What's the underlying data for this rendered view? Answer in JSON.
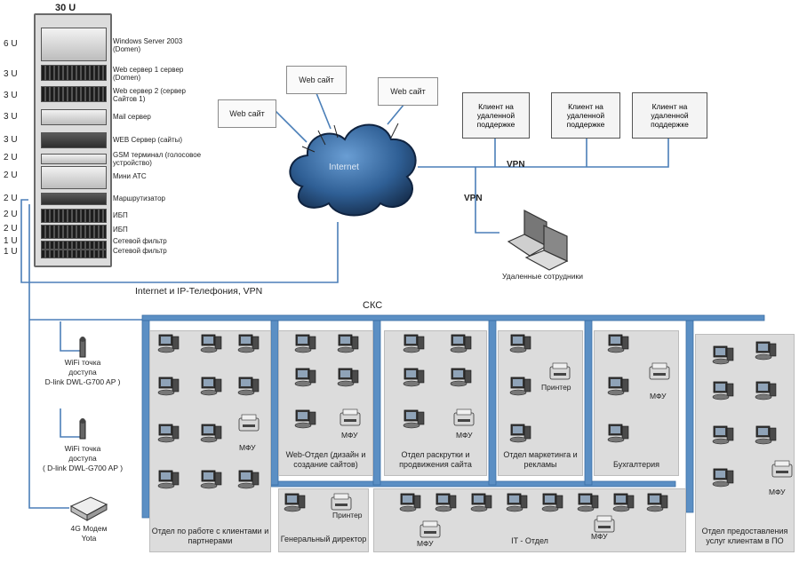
{
  "rack": {
    "title": "30 U",
    "units": [
      {
        "u": "6 U",
        "label": "Windows Server 2003 (Domen)"
      },
      {
        "u": "3 U",
        "label": "Web сервер 1 сервер (Domen)"
      },
      {
        "u": "3 U",
        "label": "Web сервер 2 (сервер Сайтов 1)"
      },
      {
        "u": "3 U",
        "label": "Mail сервер"
      },
      {
        "u": "3 U",
        "label": "WEB Сервер (сайты)"
      },
      {
        "u": "2 U",
        "label": "GSM терминал (голосовое устройство)"
      },
      {
        "u": "2 U",
        "label": "Мини АТС"
      },
      {
        "u": "2 U",
        "label": "Маршрутизатор"
      },
      {
        "u": "2 U",
        "label": "ИБП"
      },
      {
        "u": "2 U",
        "label": "ИБП"
      },
      {
        "u": "1 U",
        "label": "Сетевой фильтр"
      },
      {
        "u": "1 U",
        "label": "Сетевой фильтр"
      }
    ]
  },
  "web_sites": [
    "Web сайт",
    "Web сайт",
    "Web сайт"
  ],
  "cloud_label": "Internet",
  "clients": [
    "Клиент на удаленной поддержке",
    "Клиент на удаленной поддержке",
    "Клиент на удаленной поддержке"
  ],
  "vpn_labels": [
    "VPN",
    "VPN"
  ],
  "remote_user": "Удаленные сотрудники",
  "internet_line_label": "Internet и IP-Телефония, VPN",
  "sks_label": "СКС",
  "wifi": [
    {
      "line1": "WiFi точка",
      "line2": "доступа",
      "line3": "D-link DWL-G700 AP )"
    },
    {
      "line1": "WiFi точка",
      "line2": "доступа",
      "line3": "( D-link DWL-G700 AP )"
    }
  ],
  "modem": {
    "line1": "4G Модем",
    "line2": "Yota"
  },
  "departments": [
    {
      "name": "Отдел по работе с клиентами и партнерами",
      "device": "МФУ"
    },
    {
      "name": "Web-Отдел (дизайн и создание сайтов)",
      "device": "МФУ"
    },
    {
      "name": "Отдел раскрутки и продвижения сайта",
      "device": "МФУ"
    },
    {
      "name": "Отдел маркетинга и рекламы",
      "device": "Принтер"
    },
    {
      "name": "Бухгалтерия",
      "device": "МФУ"
    },
    {
      "name": "Отдел предоставления услуг клиентам в ПО",
      "device": "МФУ"
    }
  ],
  "director": {
    "name": "Генеральный директор",
    "device": "Принтер"
  },
  "it_dept": {
    "name": "IT - Отдел",
    "devices": [
      "МФУ",
      "МФУ"
    ]
  },
  "colors": {
    "bus": "#5b8fc4",
    "cloud": "#2f5f95",
    "dept_bg": "#dcdcdc"
  }
}
